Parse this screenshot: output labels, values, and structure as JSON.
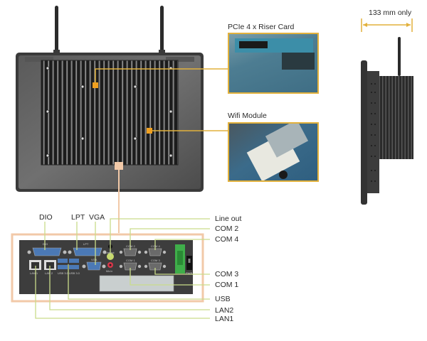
{
  "callouts": {
    "riser_card": "PCIe 4 x Riser Card",
    "wifi_module": "Wifi Module",
    "depth": "133 mm only"
  },
  "io_top_labels": {
    "dio": "DIO",
    "lpt": "LPT",
    "vga": "VGA"
  },
  "io_right_labels": {
    "line_out": "Line out",
    "com2": "COM 2",
    "com4": "COM 4",
    "com3": "COM 3",
    "com1": "COM 1",
    "usb": "USB",
    "lan2": "LAN2",
    "lan1": "LAN1"
  },
  "panel_silkscreen": {
    "dio": "DIO",
    "lpt": "LPT",
    "vga": "VGA",
    "lan1": "LAN 1",
    "lan2": "LAN 2",
    "usb1": "USB 3.0",
    "usb2": "USB 3.0",
    "com1": "COM 1",
    "com2": "COM 2",
    "com3": "COM 3",
    "com4": "COM 4",
    "line_out": "Line out",
    "mic_in": "Mic in",
    "pwr": "PWR"
  },
  "colors": {
    "callout_gold": "#e2b13c",
    "io_frame": "#f2c9a8",
    "leader_green": "#c9dc8a",
    "marker_orange": "#f0a020"
  }
}
